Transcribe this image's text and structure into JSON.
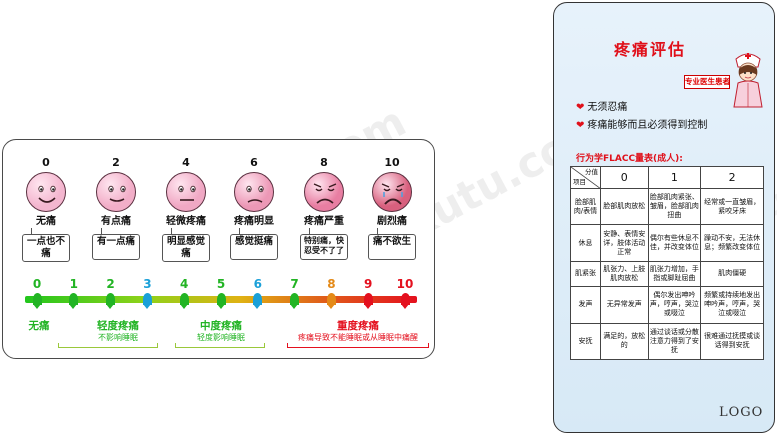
{
  "faces": [
    {
      "num": "0",
      "label": "无痛",
      "bubble": "一点也不痛",
      "color": "#f4b6cf",
      "mouth": "smile"
    },
    {
      "num": "2",
      "label": "有点痛",
      "bubble": "有一点痛",
      "color": "#f2aec8",
      "mouth": "slight"
    },
    {
      "num": "4",
      "label": "轻微疼痛",
      "bubble": "明显感觉痛",
      "color": "#f0a8c4",
      "mouth": "flat"
    },
    {
      "num": "6",
      "label": "疼痛明显",
      "bubble": "感觉挺痛",
      "color": "#ec98b6",
      "mouth": "down"
    },
    {
      "num": "8",
      "label": "疼痛严重",
      "bubble": "特别痛，快忍受不了了",
      "color": "#e87ea2",
      "mouth": "sad"
    },
    {
      "num": "10",
      "label": "剧烈痛",
      "bubble": "痛不欲生",
      "color": "#d8607e",
      "mouth": "cry"
    }
  ],
  "scale": {
    "numbers": [
      "0",
      "1",
      "2",
      "3",
      "4",
      "5",
      "6",
      "7",
      "8",
      "9",
      "10"
    ],
    "number_colors": [
      "#22b424",
      "#22b424",
      "#22b424",
      "#1aa0d8",
      "#22b424",
      "#22b424",
      "#1aa0d8",
      "#22b424",
      "#e48a18",
      "#e4101e",
      "#e4101e"
    ]
  },
  "categories": [
    {
      "label": "无痛",
      "sub": "",
      "color": "#22b424"
    },
    {
      "label": "轻度疼痛",
      "sub": "不影响睡眠",
      "color": "#22b424"
    },
    {
      "label": "中度疼痛",
      "sub": "轻度影响睡眠",
      "color": "#22b424"
    },
    {
      "label": "重度疼痛",
      "sub": "疼痛导致不能睡眠或从睡眠中痛醒",
      "color": "#e4101e"
    }
  ],
  "watermark": "酷图网 kutu.com",
  "card": {
    "title": "疼痛评估",
    "stamp": "专业医生患者",
    "bullets": [
      "无须忍痛",
      "疼痛能够而且必须得到控制"
    ],
    "table_title": "行为学FLACC量表(成人):",
    "logo": "LOGO"
  },
  "flacc": {
    "corner_score": "分值",
    "corner_item": "项目",
    "scores": [
      "0",
      "1",
      "2"
    ],
    "rows": [
      {
        "item": "脸部肌肉/表情",
        "c0": "脸部肌肉放松",
        "c1": "脸部肌肉紧张、皱眉，脸部肌肉扭曲",
        "c2": "经常或一直皱眉，紧咬牙床"
      },
      {
        "item": "休息",
        "c0": "安静、表情安详，肢体活动正常",
        "c1": "偶尔有些休息不佳，并改变体位",
        "c2": "躁动不安，无法休息；频繁改变体位"
      },
      {
        "item": "肌紧张",
        "c0": "肌张力、上肢肌肉放松",
        "c1": "肌张力增加，手指或脚趾屈曲",
        "c2": "肌肉僵硬"
      },
      {
        "item": "发声",
        "c0": "无异常发声",
        "c1": "偶尔发出呻吟声，哼声，哭泣或啜泣",
        "c2": "频繁或持续地发出呻吟声，哼声，哭泣或啜泣"
      },
      {
        "item": "安抚",
        "c0": "满足的，放松的",
        "c1": "通过谈话或分散注意力得到了安抚",
        "c2": "很难通过抚摸或谈话得到安抚"
      }
    ]
  }
}
